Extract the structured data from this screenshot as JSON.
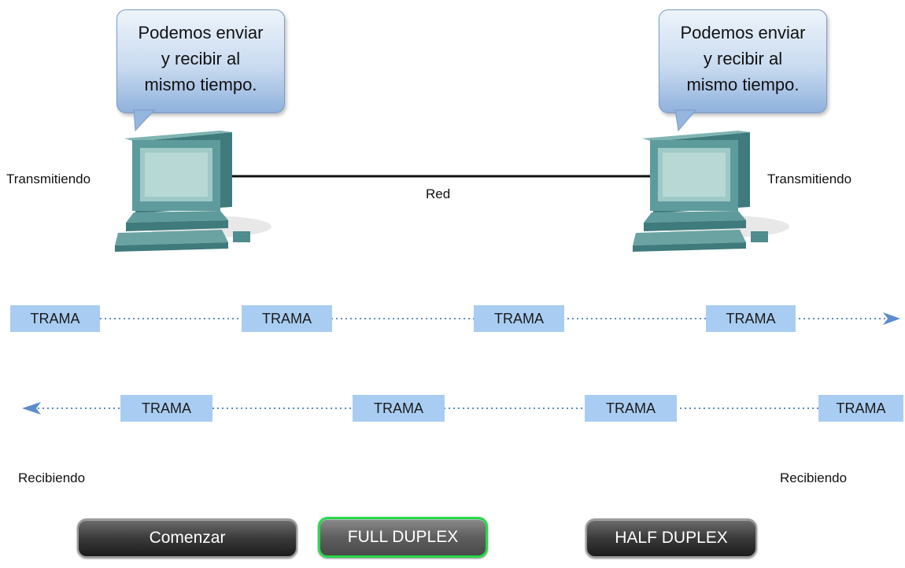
{
  "bubbles": {
    "left": [
      "Podemos enviar",
      "y recibir al",
      "mismo tiempo."
    ],
    "right": [
      "Podemos enviar",
      "y recibir al",
      "mismo tiempo."
    ]
  },
  "labels": {
    "left_transmit": "Transmitiendo",
    "right_transmit": "Transmitiendo",
    "network": "Red",
    "left_receive": "Recibiendo",
    "right_receive": "Recibiendo"
  },
  "frames_top": [
    "TRAMA",
    "TRAMA",
    "TRAMA",
    "TRAMA"
  ],
  "frames_bottom": [
    "TRAMA",
    "TRAMA",
    "TRAMA",
    "TRAMA"
  ],
  "buttons": {
    "start": "Comenzar",
    "full_duplex": "FULL DUPLEX",
    "half_duplex": "HALF DUPLEX"
  },
  "colors": {
    "frame": "#a9cdf2",
    "arrow": "#5b8ccc",
    "active_outline": "#27d84a"
  }
}
